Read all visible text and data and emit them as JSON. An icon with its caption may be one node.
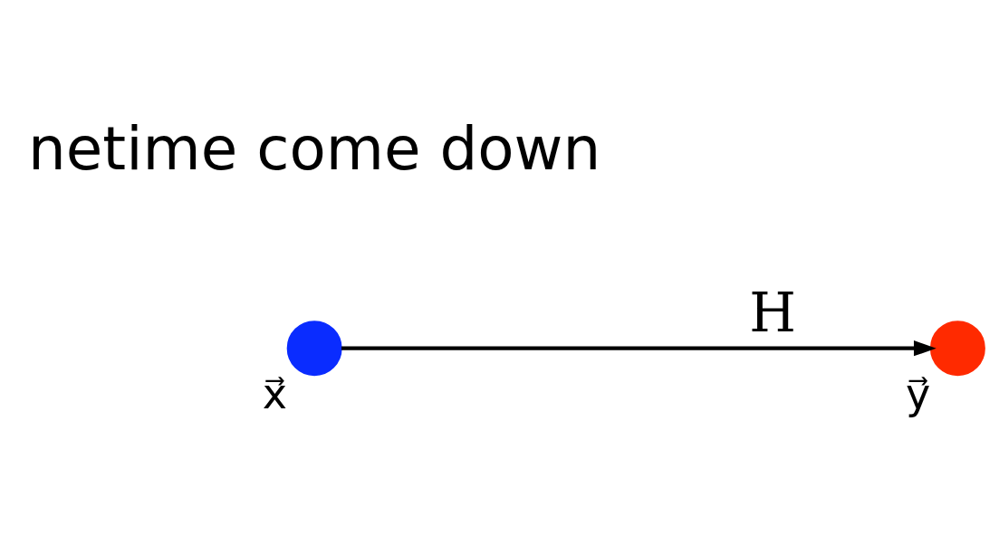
{
  "diagram": {
    "nodes": [
      {
        "text": [],
        "shape": "circle",
        "beside": [
          "x⃗"
        ]
      },
      {
        "text": [],
        "shape": "circle",
        "beside": [
          "y⃗"
        ]
      }
    ],
    "edges": [
      {
        "from": 0,
        "to": 1,
        "arrow": "to",
        "label": "H"
      }
    ],
    "labels": [
      "netime come down"
    ]
  }
}
